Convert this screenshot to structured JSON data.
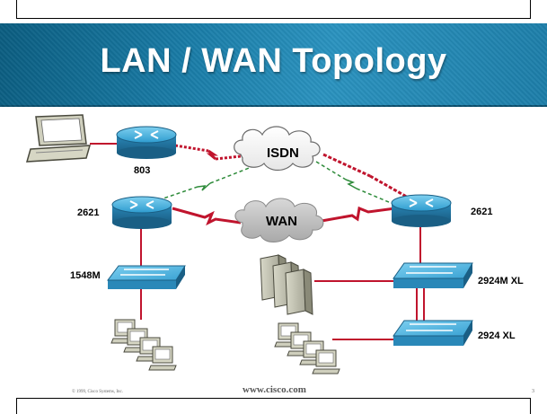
{
  "title": "LAN / WAN Topology",
  "clouds": {
    "isdn": "ISDN",
    "wan": "WAN"
  },
  "devices": {
    "router_803": "803",
    "router_left": "2621",
    "router_right": "2621",
    "switch_left": "1548M",
    "switch_right_top": "2924M XL",
    "switch_right_bottom": "2924 XL"
  },
  "footer": {
    "copyright": "© 1999, Cisco Systems, Inc.",
    "url": "www.cisco.com",
    "page": "3"
  },
  "colors": {
    "title_band": "#1a7da8",
    "router": "#2e9ccf",
    "serial_link": "#c0142d",
    "isdn_link": "#2e8b3a"
  }
}
